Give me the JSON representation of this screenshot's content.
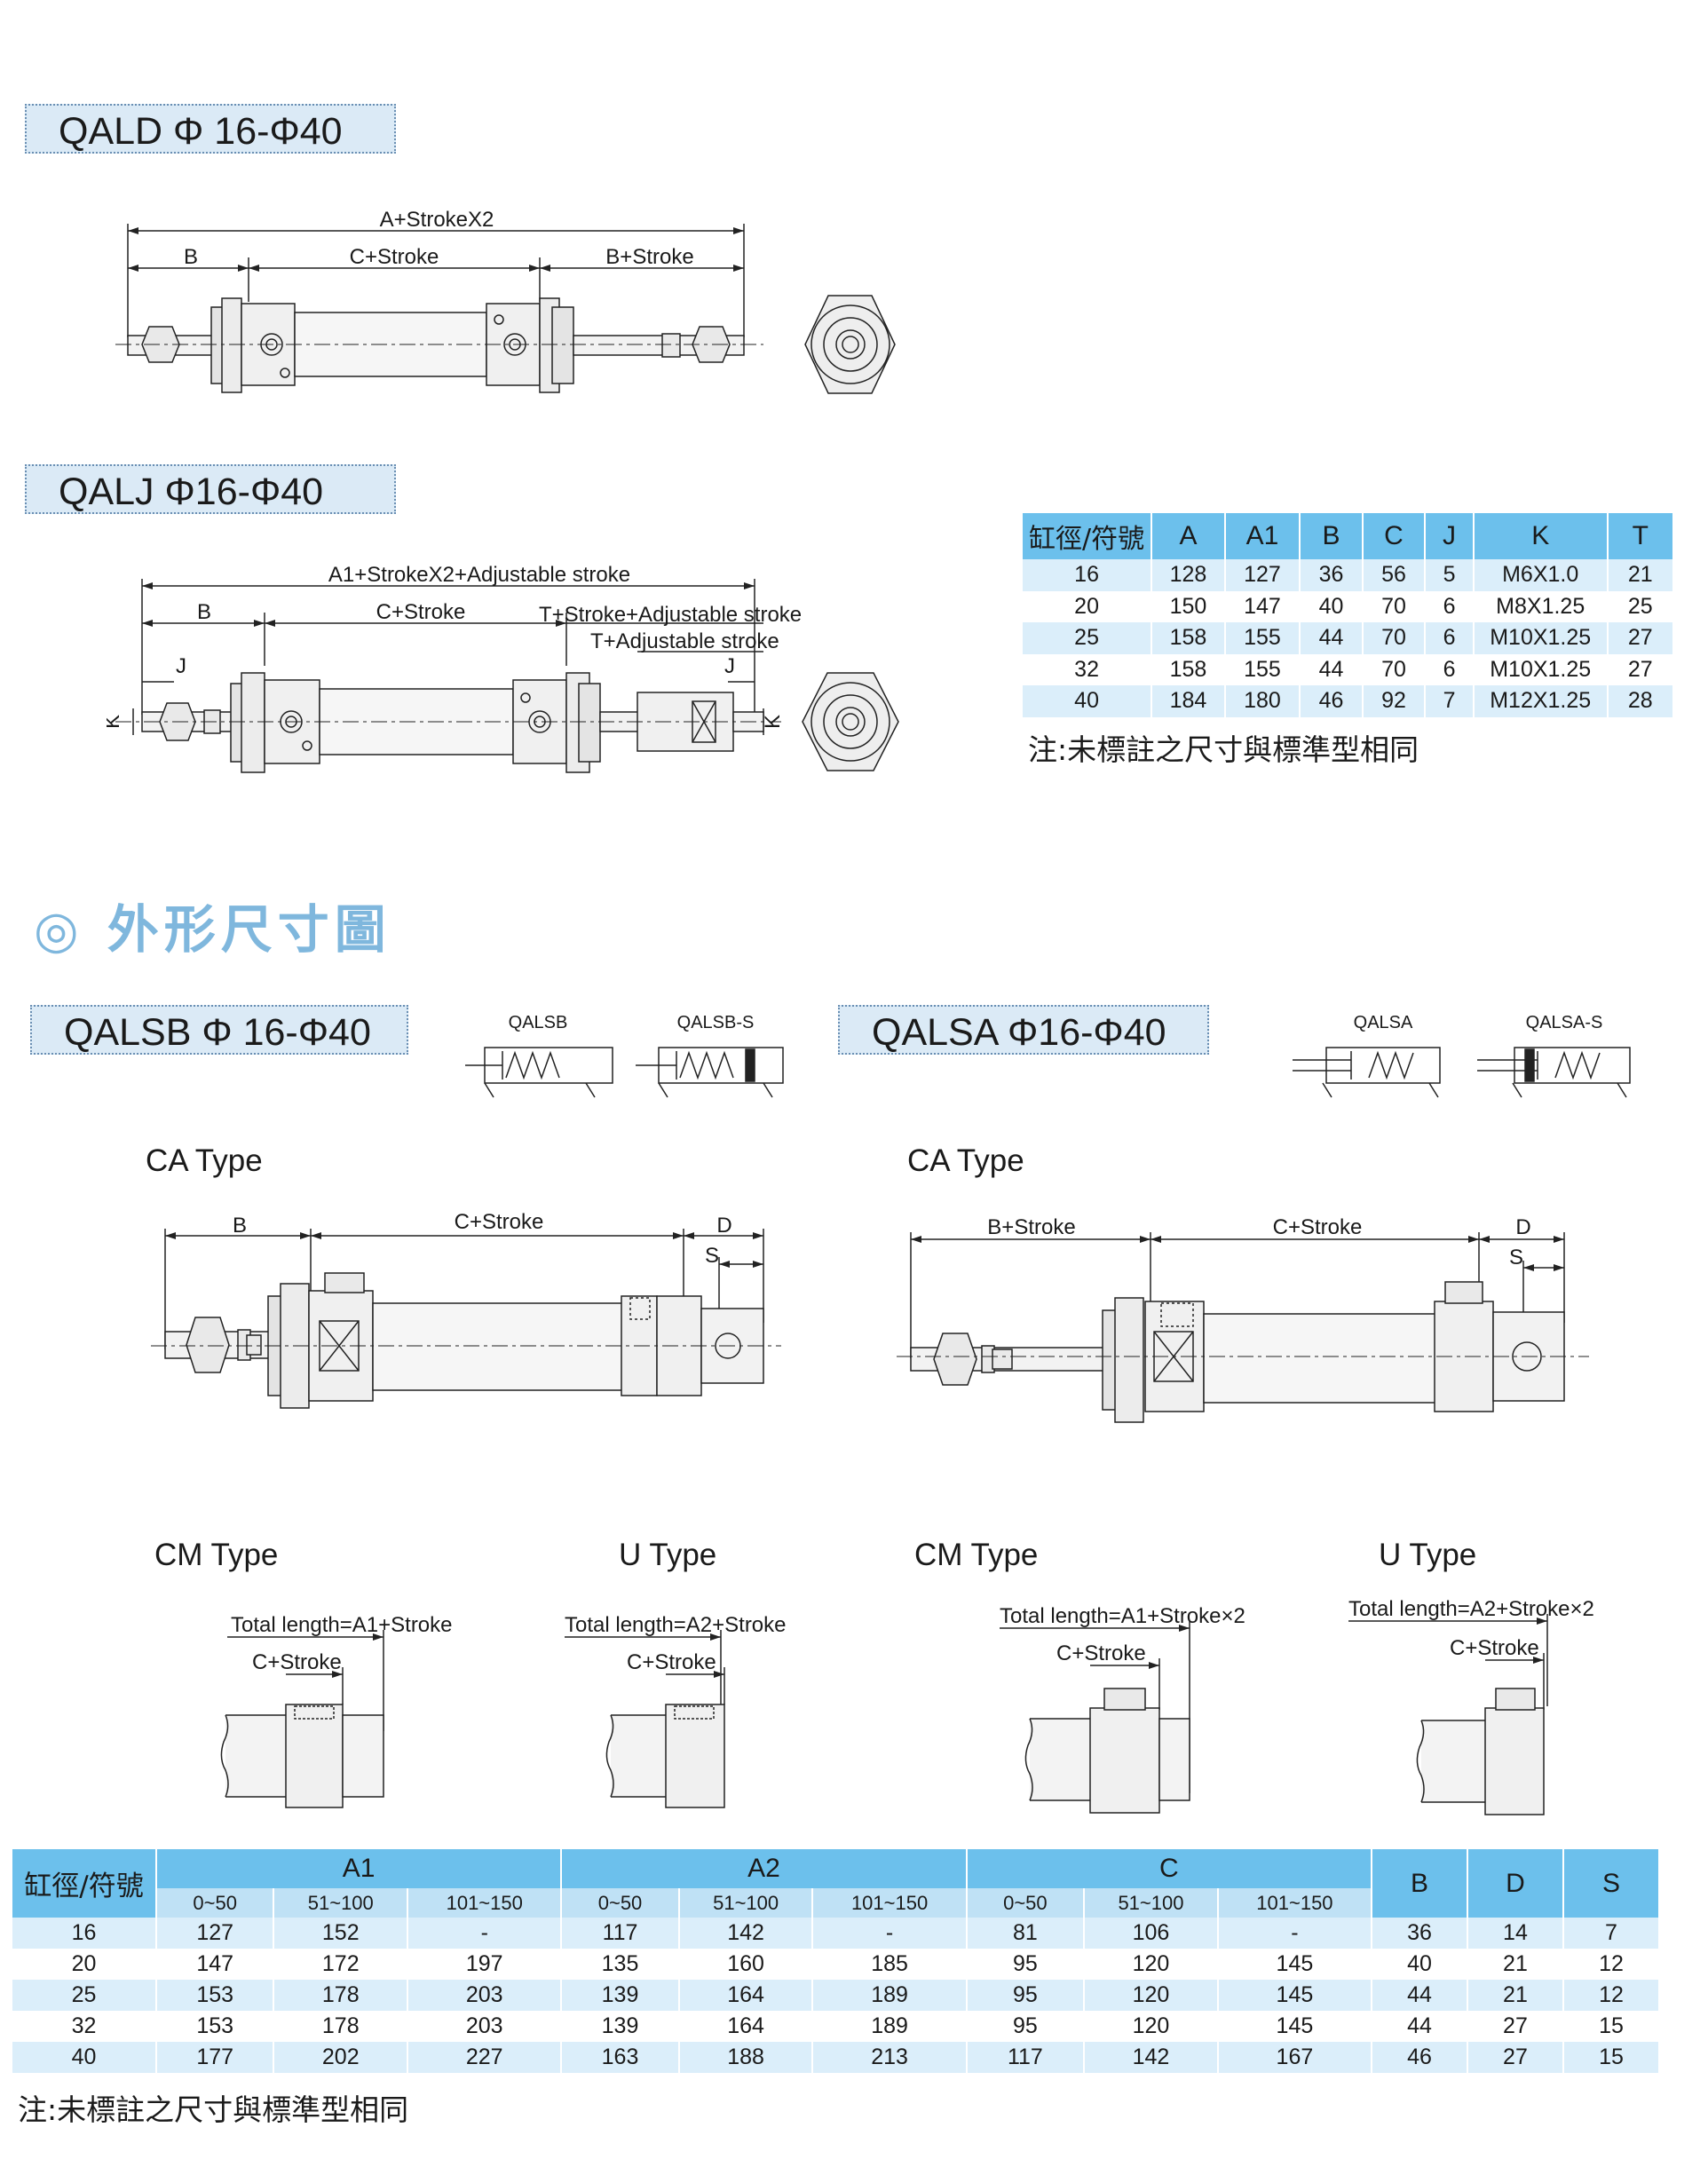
{
  "tags": {
    "qald": "QALD Φ 16-Φ40",
    "qalj": "QALJ  Φ16-Φ40",
    "qalsb": "QALSB Φ 16-Φ40",
    "qalsa": "QALSA  Φ16-Φ40"
  },
  "qald_drawing": {
    "overall": "A+StrokeX2",
    "b": "B",
    "c": "C+Stroke",
    "b_stroke": "B+Stroke"
  },
  "qalj_drawing": {
    "overall": "A1+StrokeX2+Adjustable stroke",
    "b": "B",
    "c": "C+Stroke",
    "t_stroke": "T+Stroke+Adjustable stroke",
    "t_adj": "T+Adjustable stroke",
    "j_left": "J",
    "j_right": "J",
    "k_left": "K",
    "k_right": "K"
  },
  "table1": {
    "headers": [
      "缸徑/符號",
      "A",
      "A1",
      "B",
      "C",
      "J",
      "K",
      "T"
    ],
    "rows": [
      [
        "16",
        "128",
        "127",
        "36",
        "56",
        "5",
        "M6X1.0",
        "21"
      ],
      [
        "20",
        "150",
        "147",
        "40",
        "70",
        "6",
        "M8X1.25",
        "25"
      ],
      [
        "25",
        "158",
        "155",
        "44",
        "70",
        "6",
        "M10X1.25",
        "27"
      ],
      [
        "32",
        "158",
        "155",
        "44",
        "70",
        "6",
        "M10X1.25",
        "27"
      ],
      [
        "40",
        "184",
        "180",
        "46",
        "92",
        "7",
        "M12X1.25",
        "28"
      ]
    ],
    "note": "注:未標註之尺寸與標準型相同"
  },
  "section_title": "◎ 外形尺寸圖",
  "symbols": {
    "qalsb": "QALSB",
    "qalsb_s": "QALSB-S",
    "qalsa": "QALSA",
    "qalsa_s": "QALSA-S"
  },
  "ca_left": {
    "title": "CA Type",
    "b": "B",
    "c": "C+Stroke",
    "d": "D",
    "s": "S"
  },
  "ca_right": {
    "title": "CA Type",
    "b": "B+Stroke",
    "c": "C+Stroke",
    "d": "D",
    "s": "S"
  },
  "details": {
    "cm1": {
      "title": "CM Type",
      "total": "Total length=A1+Stroke",
      "c": "C+Stroke"
    },
    "u1": {
      "title": "U Type",
      "total": "Total length=A2+Stroke",
      "c": "C+Stroke"
    },
    "cm2": {
      "title": "CM Type",
      "total": "Total length=A1+Stroke×2",
      "c": "C+Stroke"
    },
    "u2": {
      "title": "U Type",
      "total": "Total length=A2+Stroke×2",
      "c": "C+Stroke"
    }
  },
  "table2": {
    "first_header": "缸徑/符號",
    "groups": [
      "A1",
      "A2",
      "C"
    ],
    "sub": [
      "0~50",
      "51~100",
      "101~150"
    ],
    "singles": [
      "B",
      "D",
      "S"
    ],
    "rows": [
      [
        "16",
        "127",
        "152",
        "-",
        "117",
        "142",
        "-",
        "81",
        "106",
        "-",
        "36",
        "14",
        "7"
      ],
      [
        "20",
        "147",
        "172",
        "197",
        "135",
        "160",
        "185",
        "95",
        "120",
        "145",
        "40",
        "21",
        "12"
      ],
      [
        "25",
        "153",
        "178",
        "203",
        "139",
        "164",
        "189",
        "95",
        "120",
        "145",
        "44",
        "21",
        "12"
      ],
      [
        "32",
        "153",
        "178",
        "203",
        "139",
        "164",
        "189",
        "95",
        "120",
        "145",
        "44",
        "27",
        "15"
      ],
      [
        "40",
        "177",
        "202",
        "227",
        "163",
        "188",
        "213",
        "117",
        "142",
        "167",
        "46",
        "27",
        "15"
      ]
    ],
    "note": "注:未標註之尺寸與標準型相同"
  }
}
